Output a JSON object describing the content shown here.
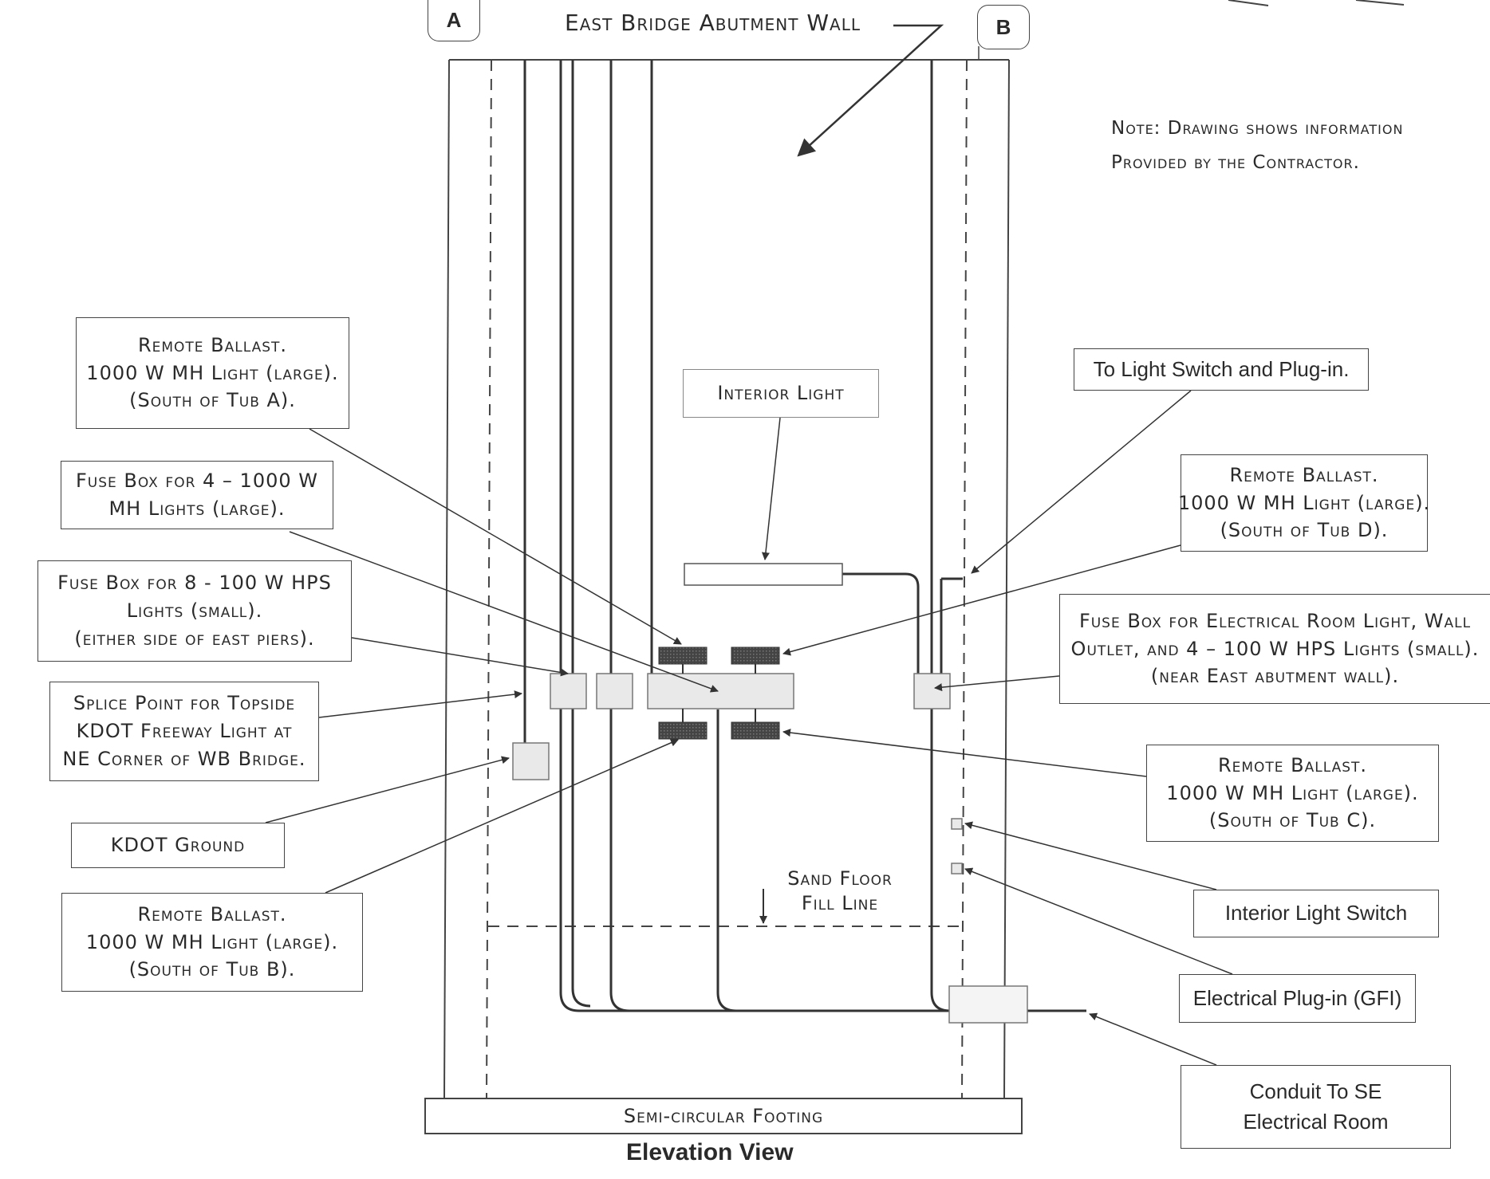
{
  "title": "East Bridge Abutment Wall",
  "tags": {
    "a": "A",
    "b": "B"
  },
  "note": [
    "Note: Drawing shows information",
    "Provided by the Contractor."
  ],
  "labels": {
    "remote_ballast_a": [
      "Remote Ballast.",
      "1000 W MH Light (large).",
      "(South of Tub A)."
    ],
    "fuse_box_large": [
      "Fuse Box for 4 – 1000 W",
      "MH Lights (large)."
    ],
    "fuse_box_small": [
      "Fuse Box for 8 - 100 W HPS",
      "Lights (small).",
      "(either side of east piers)."
    ],
    "splice_point": [
      "Splice Point for Topside",
      "KDOT Freeway Light at",
      "NE Corner of WB Bridge."
    ],
    "kdot_ground": [
      "KDOT Ground"
    ],
    "remote_ballast_b": [
      "Remote Ballast.",
      "1000 W MH Light (large).",
      "(South of Tub B)."
    ],
    "interior_light": [
      "Interior Light"
    ],
    "to_light_switch": [
      "To Light Switch and Plug-in."
    ],
    "remote_ballast_d": [
      "Remote Ballast.",
      "1000 W MH Light (large).",
      "(South of Tub D)."
    ],
    "fuse_box_room": [
      "Fuse Box for Electrical Room Light, Wall",
      "Outlet, and 4 – 100 W HPS Lights (small).",
      "(near East abutment wall)."
    ],
    "remote_ballast_c": [
      "Remote Ballast.",
      "1000 W MH Light (large).",
      "(South of Tub C)."
    ],
    "interior_light_switch": [
      "Interior Light Switch"
    ],
    "electrical_plugin": [
      "Electrical Plug-in (GFI)"
    ],
    "conduit": [
      "Conduit To SE",
      "Electrical Room"
    ],
    "sand_floor": [
      "Sand Floor",
      "Fill Line"
    ],
    "footing": [
      "Semi-circular Footing"
    ]
  },
  "caption": "Elevation View",
  "colors": {
    "line": "#333333",
    "ballast": "#3a3a3a",
    "box_fill": "#e8e8e8"
  }
}
